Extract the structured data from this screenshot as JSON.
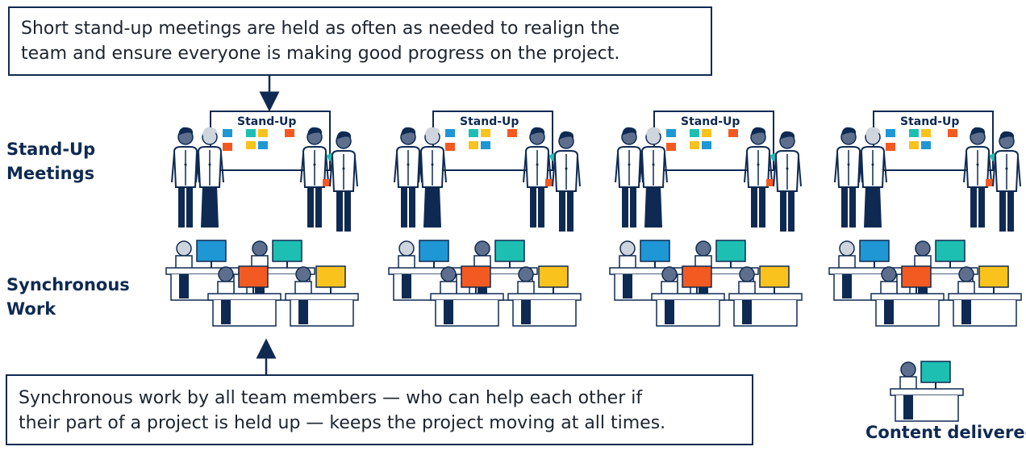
{
  "callouts": {
    "top": {
      "line1": "Short stand-up meetings are held as often as needed to realign the",
      "line2": "team and ensure everyone is making good progress on the project."
    },
    "bottom": {
      "line1": "Synchronous work by all team members — who can help each other if",
      "line2": "their part of a project is held up — keeps the project moving at all times."
    }
  },
  "rows": {
    "standup": {
      "line1": "Stand-Up",
      "line2": "Meetings"
    },
    "sync": {
      "line1": "Synchronous",
      "line2": "Work"
    }
  },
  "board_label": "Stand-Up",
  "delivered_label": "Content delivered!",
  "colors": {
    "navy": "#0f2a52",
    "blue": "#1f97d4",
    "teal": "#1dbfb2",
    "yellow": "#f9c21c",
    "orange": "#f25a22",
    "slate": "#5e6f8e",
    "light_gray": "#cfd5dd"
  }
}
